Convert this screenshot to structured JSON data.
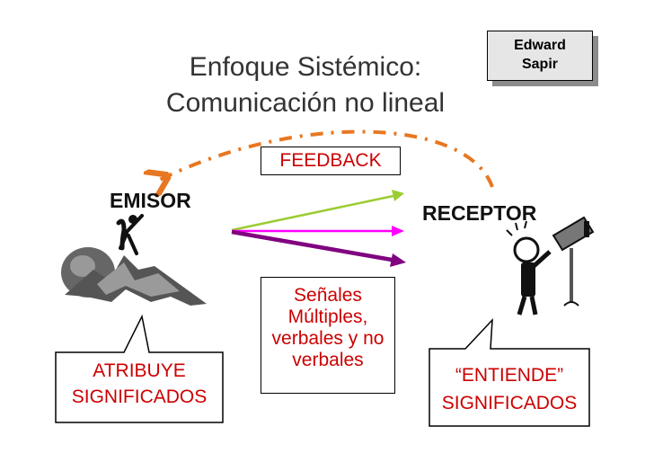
{
  "title": {
    "line1": "Enfoque Sistémico:",
    "line2": "Comunicación no lineal"
  },
  "badge": {
    "line1": "Edward",
    "line2": "Sapir"
  },
  "feedback": "FEEDBACK",
  "emisor": "EMISOR",
  "receptor": "RECEPTOR",
  "signals": {
    "line1": "Señales",
    "line2": "Múltiples,",
    "line3": "verbales y no",
    "line4": "verbales"
  },
  "atribuye": {
    "line1": "ATRIBUYE",
    "line2": "SIGNIFICADOS"
  },
  "entiende": {
    "line1": "“ENTIENDE”",
    "line2": "SIGNIFICADOS"
  },
  "colors": {
    "feedback_arc": "#e87722",
    "arrow_green": "#9acd32",
    "arrow_magenta": "#ff00ff",
    "arrow_purple": "#800080",
    "text_red": "#cc0000"
  }
}
